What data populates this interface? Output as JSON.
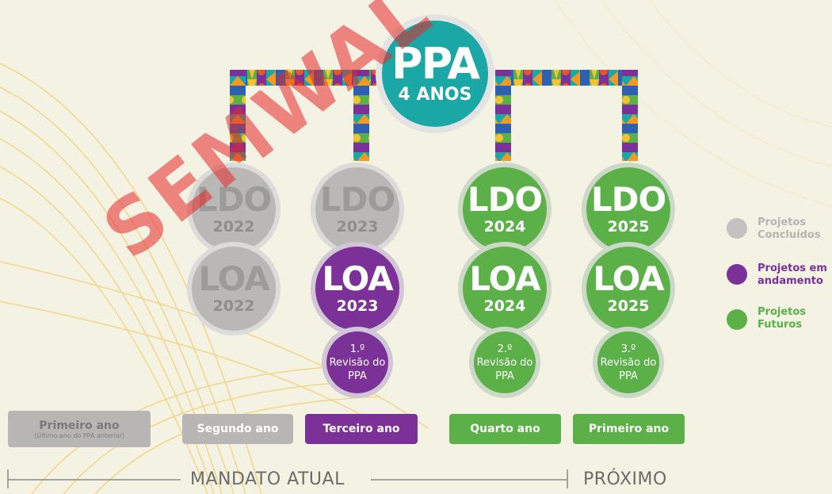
{
  "ppa": {
    "title": "PPA",
    "subtitle": "4 ANOS"
  },
  "columns": [
    {
      "ldo_label": "LDO",
      "ldo_year": "2022",
      "loa_label": "LOA",
      "loa_year": "2022",
      "status": "concluido",
      "year_label": "Segundo ano"
    },
    {
      "ldo_label": "LDO",
      "ldo_year": "2023",
      "loa_label": "LOA",
      "loa_year": "2023",
      "status": "andamento",
      "revision": "1.º Revisão do PPA",
      "year_label": "Terceiro ano"
    },
    {
      "ldo_label": "LDO",
      "ldo_year": "2024",
      "loa_label": "LOA",
      "loa_year": "2024",
      "status": "futuro",
      "revision": "2.º Revisão do PPA",
      "year_label": "Quarto ano"
    },
    {
      "ldo_label": "LDO",
      "ldo_year": "2025",
      "loa_label": "LOA",
      "loa_year": "2025",
      "status": "futuro",
      "revision": "3.º Revisão do PPA",
      "year_label": "Primeiro ano"
    }
  ],
  "first_year": {
    "label": "Primeiro ano",
    "sub": "(Último ano do PPA anterior)"
  },
  "legend": [
    {
      "text": "Projetos Concluídos",
      "color": "#c3c2c0"
    },
    {
      "text": "Projetos em andamento",
      "color": "#7b3198"
    },
    {
      "text": "Projetos Futuros",
      "color": "#5bb048"
    }
  ],
  "timeline": {
    "current": "MANDATO ATUAL",
    "next": "PRÓXIMO"
  },
  "watermark": "SEMWAL",
  "colors": {
    "teal": "#1aa7a5",
    "purple": "#7b3198",
    "green": "#5bb048",
    "gray": "#b9b8b6"
  }
}
